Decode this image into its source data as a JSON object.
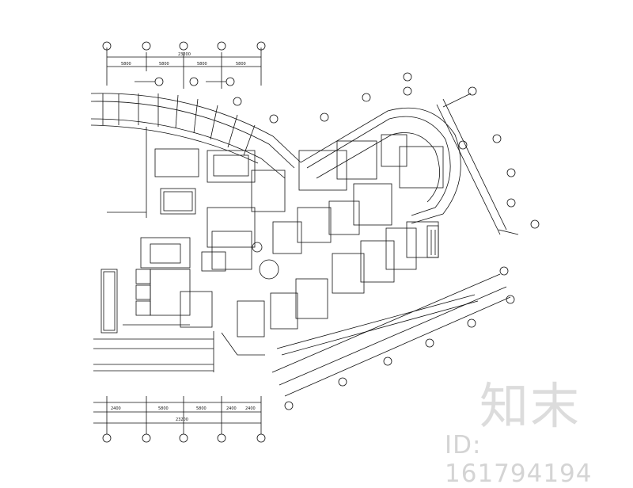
{
  "drawing": {
    "grid_top": [
      "",
      "",
      "",
      "",
      ""
    ],
    "grid_bottom": [
      "",
      "",
      "",
      "",
      ""
    ],
    "dims_top": [
      "5800",
      "5800",
      "5800",
      "5800"
    ],
    "dims_top_total": "23200",
    "dims_bottom": [
      "2400",
      "5800",
      "5800",
      "2400",
      "2400"
    ],
    "dims_bottom_total": "23200"
  },
  "watermark": {
    "logo": "知末",
    "id": "ID: 161794194"
  }
}
